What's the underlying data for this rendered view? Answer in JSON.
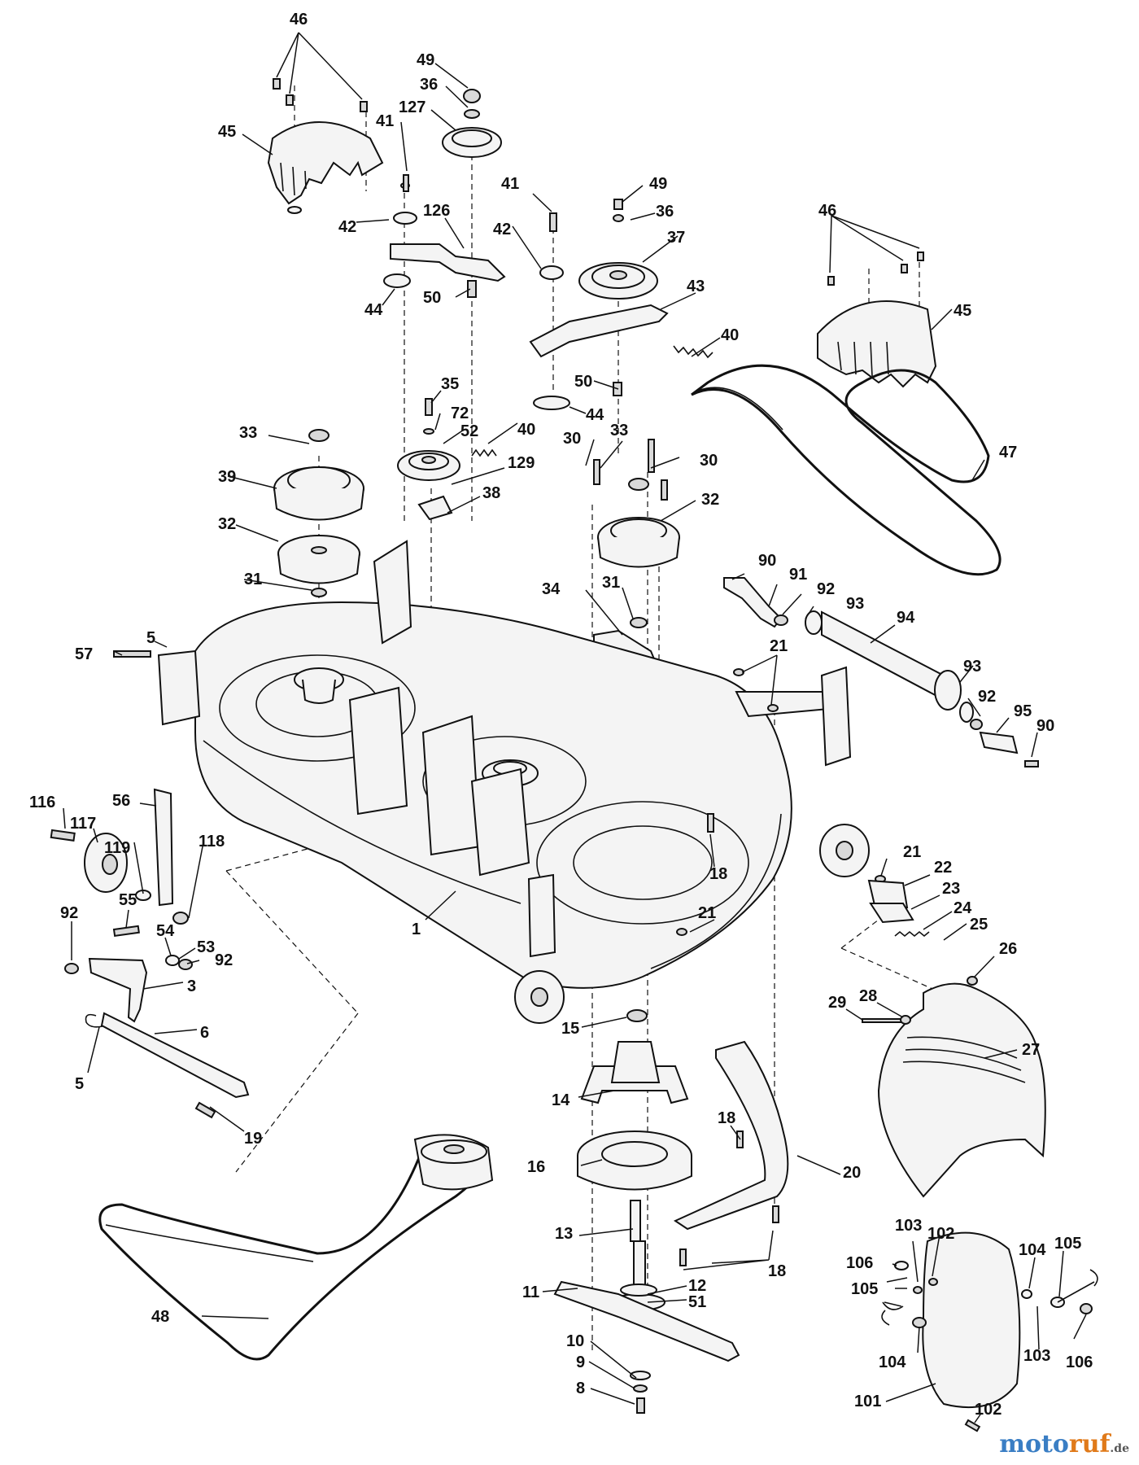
{
  "callouts": [
    "46",
    "49",
    "36",
    "127",
    "41",
    "45",
    "126",
    "42",
    "44",
    "50",
    "41",
    "49",
    "36",
    "42",
    "37",
    "43",
    "44",
    "50",
    "40",
    "46",
    "45",
    "35",
    "72",
    "52",
    "40",
    "33",
    "129",
    "38",
    "33",
    "30",
    "30",
    "39",
    "32",
    "32",
    "47",
    "31",
    "31",
    "34",
    "90",
    "91",
    "92",
    "93",
    "94",
    "5",
    "57",
    "21",
    "93",
    "92",
    "95",
    "90",
    "116",
    "117",
    "56",
    "119",
    "118",
    "18",
    "21",
    "22",
    "23",
    "24",
    "25",
    "55",
    "92",
    "54",
    "53",
    "92",
    "3",
    "1",
    "21",
    "26",
    "28",
    "29",
    "27",
    "15",
    "6",
    "5",
    "14",
    "19",
    "18",
    "20",
    "16",
    "13",
    "12",
    "51",
    "11",
    "18",
    "48",
    "10",
    "9",
    "8",
    "103",
    "102",
    "106",
    "104",
    "105",
    "105",
    "104",
    "103",
    "106",
    "101",
    "102"
  ],
  "watermark": {
    "part1": "moto",
    "part2": "ruf",
    "suffix": ".de"
  },
  "colors": {
    "line": "#111111",
    "watermark_blue": "#3a7ec4",
    "watermark_orange": "#e07a1a"
  }
}
